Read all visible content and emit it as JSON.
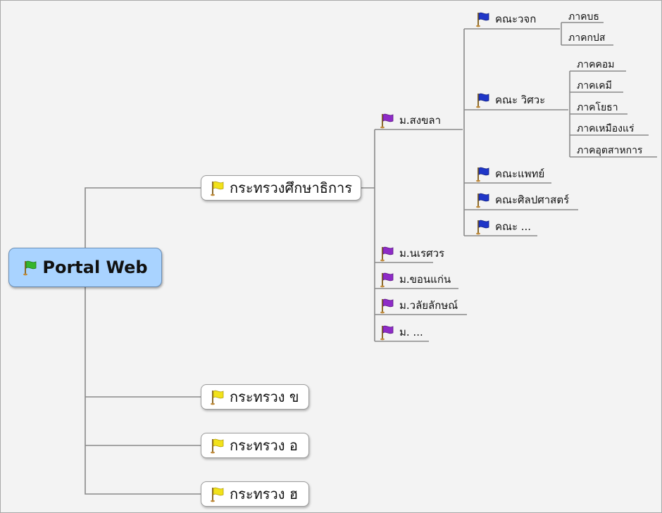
{
  "root": {
    "label": "Portal Web",
    "flag": "green-flag-icon"
  },
  "ministries": [
    {
      "label": "กระทรวงศึกษาธิการ",
      "flag": "yellow-flag-icon"
    },
    {
      "label": "กระทรวง ข",
      "flag": "yellow-flag-icon"
    },
    {
      "label": "กระทรวง อ",
      "flag": "yellow-flag-icon"
    },
    {
      "label": "กระทรวง ฮ",
      "flag": "yellow-flag-icon"
    }
  ],
  "universities": [
    {
      "label": "ม.สงขลา",
      "flag": "purple-flag-icon"
    },
    {
      "label": "ม.นเรศวร",
      "flag": "purple-flag-icon"
    },
    {
      "label": "ม.ขอนแก่น",
      "flag": "purple-flag-icon"
    },
    {
      "label": "ม.วลัยลักษณ์",
      "flag": "purple-flag-icon"
    },
    {
      "label": "ม. ...",
      "flag": "purple-flag-icon"
    }
  ],
  "faculties": [
    {
      "label": "คณะวจก",
      "flag": "blue-flag-icon"
    },
    {
      "label": "คณะ วิศวะ",
      "flag": "blue-flag-icon"
    },
    {
      "label": "คณะแพทย์",
      "flag": "blue-flag-icon"
    },
    {
      "label": "คณะศิลปศาสตร์",
      "flag": "blue-flag-icon"
    },
    {
      "label": "คณะ ...",
      "flag": "blue-flag-icon"
    }
  ],
  "departments_vjk": [
    "ภาคบธ",
    "ภาคกปส"
  ],
  "departments_eng": [
    "ภาคคอม",
    "ภาคเคมี",
    "ภาคโยธา",
    "ภาคเหมืองแร่",
    "ภาคอุตสาหการ"
  ],
  "colors": {
    "root_fill": "#a9d3ff",
    "line": "#8a8a8a",
    "flag_green": "#35b52b",
    "flag_yellow": "#f2e21a",
    "flag_purple": "#8e2bc7",
    "flag_blue": "#1f36c8"
  }
}
